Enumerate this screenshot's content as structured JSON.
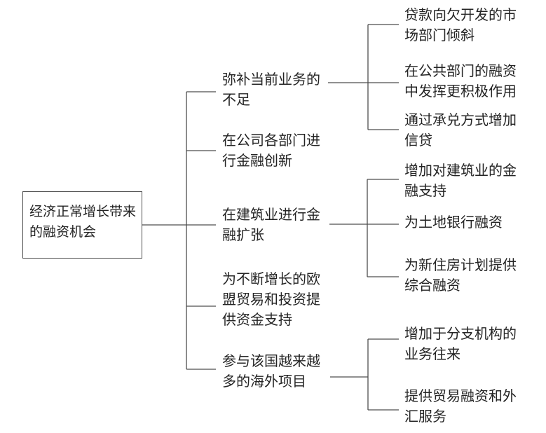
{
  "diagram": {
    "type": "tree",
    "root": {
      "label": "经济正常增长带来的融资机会"
    },
    "branches": [
      {
        "label": "弥补当前业务的不足",
        "children": [
          "贷款向欠开发的市场部门倾斜",
          "在公共部门的融资中发挥更积极作用",
          "通过承兑方式增加信贷"
        ]
      },
      {
        "label": "在公司各部门进行金融创新",
        "children": []
      },
      {
        "label": "在建筑业进行金融扩张",
        "children": [
          "增加对建筑业的金融支持",
          "为土地银行融资",
          "为新住房计划提供综合融资"
        ]
      },
      {
        "label": "为不断增长的欧盟贸易和投资提供资金支持",
        "children": []
      },
      {
        "label": "参与该国越来越多的海外项目",
        "children": [
          "增加于分支机构的业务往来",
          "提供贸易融资和外汇服务"
        ]
      }
    ],
    "colors": {
      "background": "#ffffff",
      "line": "#4d4d4d",
      "text": "#242424"
    }
  }
}
